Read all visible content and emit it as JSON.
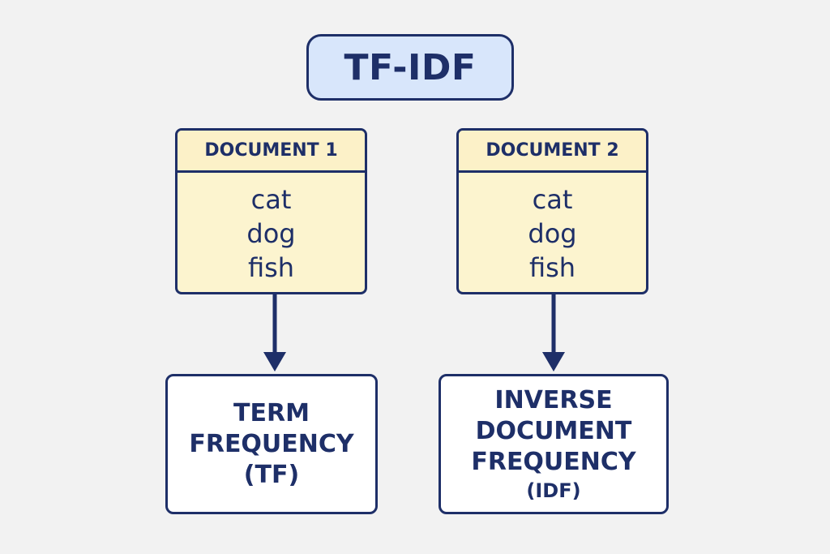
{
  "title": "TF-IDF",
  "documents": [
    {
      "header": "DOCUMENT 1",
      "words": [
        "cat",
        "dog",
        "fish"
      ]
    },
    {
      "header": "DOCUMENT 2",
      "words": [
        "cat",
        "dog",
        "fish"
      ]
    }
  ],
  "results": [
    {
      "lines": [
        "TERM",
        "FREQUENCY",
        "(TF)"
      ]
    },
    {
      "lines": [
        "INVERSE",
        "DOCUMENT",
        "FREQUENCY"
      ],
      "sub": "(IDF)"
    }
  ],
  "colors": {
    "navy": "#1e2f68",
    "title_fill": "#d8e6fb",
    "doc_fill": "#fcf4cf",
    "result_fill": "#ffffff",
    "background": "#f2f2f2"
  }
}
